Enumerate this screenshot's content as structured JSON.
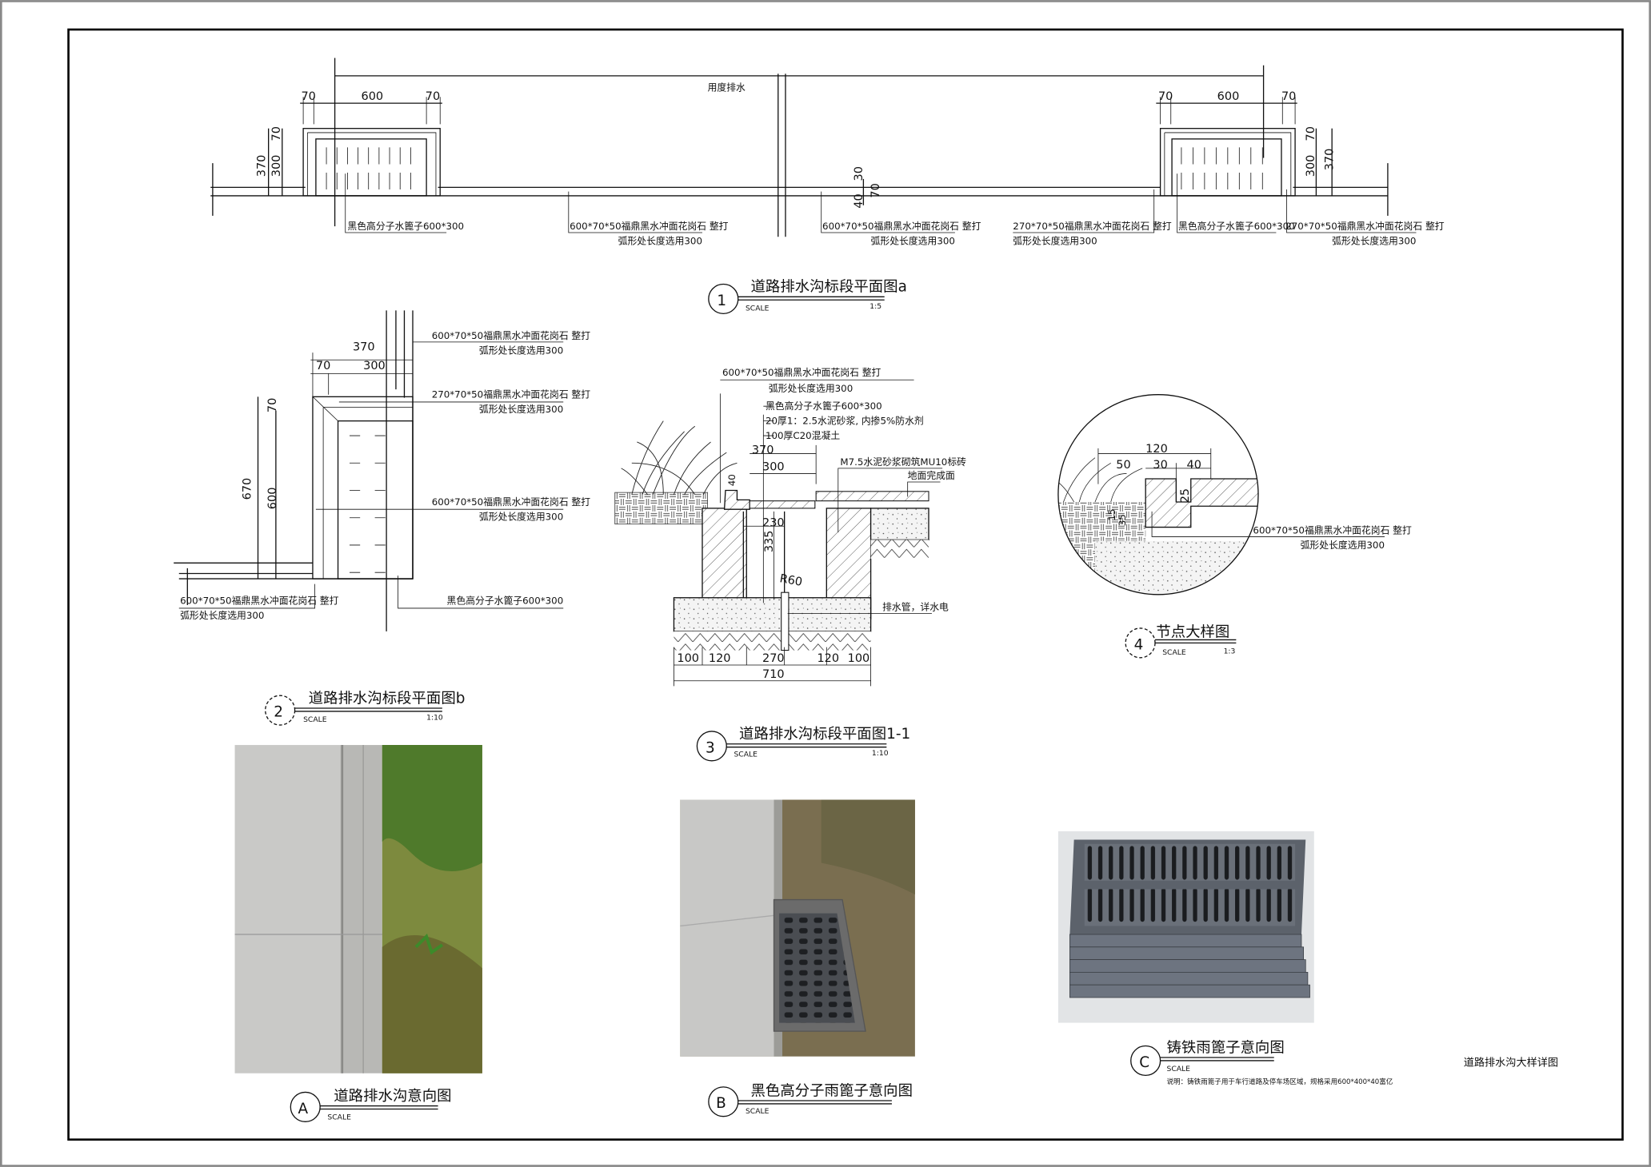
{
  "sheet_title": "道路排水沟大样详图",
  "drawing1": {
    "number": "1",
    "title": "道路排水沟标段平面图a",
    "scale_label": "SCALE",
    "scale": "1:5",
    "top_note": "用度排水",
    "dims": {
      "d70": "70",
      "d600": "600",
      "d370": "370",
      "d300": "300",
      "d30": "30",
      "d40": "40"
    },
    "labels": {
      "grate": "黑色高分子水篦子600*300",
      "stone600": "600*70*50福鼎黑水冲面花岗石  整打",
      "stone270": "270*70*50福鼎黑水冲面花岗石  整打",
      "arc_note": "弧形处长度选用300"
    }
  },
  "drawing2": {
    "number": "2",
    "title": "道路排水沟标段平面图b",
    "scale_label": "SCALE",
    "scale": "1:10",
    "dims": {
      "d370": "370",
      "d70": "70",
      "d300": "300",
      "d670": "670",
      "d600": "600"
    }
  },
  "drawing3": {
    "number": "3",
    "title": "道路排水沟标段平面图1-1",
    "scale_label": "SCALE",
    "scale": "1:10",
    "labels": {
      "mortar": "20厚1：2.5水泥砂浆, 内掺5%防水剂",
      "concrete": "100厚C20混凝土",
      "brick": "M7.5水泥砂浆砌筑MU10标砖",
      "finish": "地面完成面",
      "drain": "排水管，详水电"
    },
    "dims": {
      "d370": "370",
      "d300": "300",
      "d40": "40",
      "d230": "230",
      "d335": "335",
      "r60": "R60",
      "b100": "100",
      "b120": "120",
      "b270": "270",
      "b710": "710"
    }
  },
  "drawing4": {
    "number": "4",
    "title": "节点大样图",
    "scale_label": "SCALE",
    "scale": "1:3",
    "dims": {
      "d120": "120",
      "d50": "50",
      "d30": "30",
      "d40": "40",
      "d25": "25",
      "d15": "15",
      "d35": "35"
    }
  },
  "photoA": {
    "letter": "A",
    "title": "道路排水沟意向图",
    "scale_label": "SCALE"
  },
  "photoB": {
    "letter": "B",
    "title": "黑色高分子雨篦子意向图",
    "scale_label": "SCALE"
  },
  "photoC": {
    "letter": "C",
    "title": "铸铁雨篦子意向图",
    "scale_label": "SCALE",
    "note": "说明：铸铁雨篦子用于车行道路及停车场区域，规格采用600*400*40富亿"
  }
}
